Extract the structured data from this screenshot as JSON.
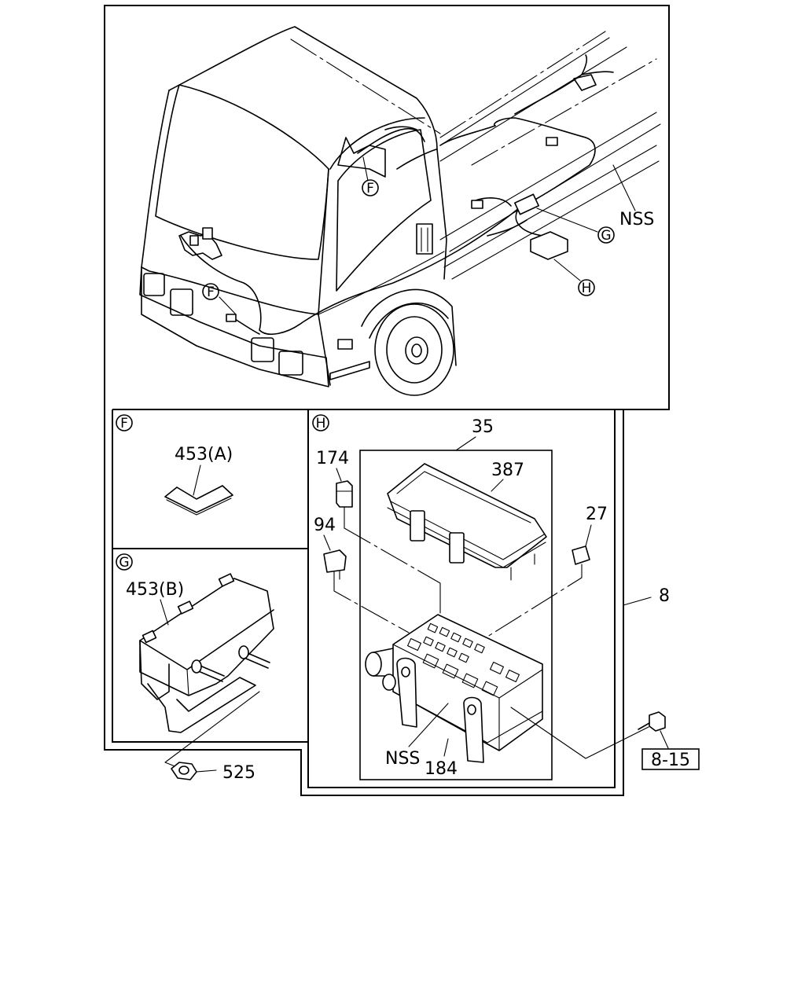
{
  "callouts": {
    "F": "F",
    "G": "G",
    "H": "H"
  },
  "labels": {
    "nss_top": "NSS",
    "part_453a": "453(A)",
    "part_453b": "453(B)",
    "part_525": "525",
    "part_35": "35",
    "part_174": "174",
    "part_387": "387",
    "part_94": "94",
    "part_27": "27",
    "part_8": "8",
    "part_nss_bottom": "NSS",
    "part_184": "184",
    "ref_8_15": "8-15"
  }
}
